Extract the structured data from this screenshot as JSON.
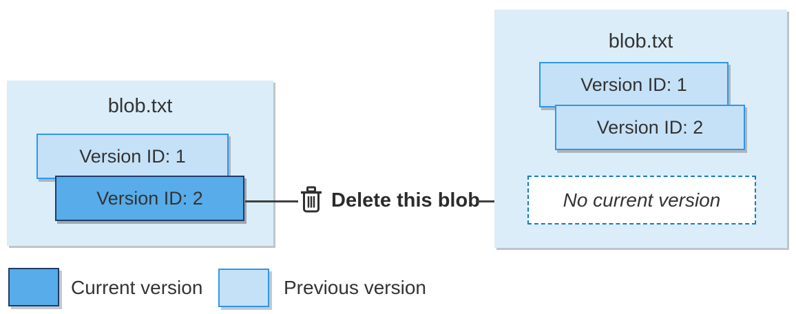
{
  "left_blob": {
    "title": "blob.txt",
    "versions": [
      {
        "label": "Version ID: 1",
        "state": "previous"
      },
      {
        "label": "Version ID: 2",
        "state": "current"
      }
    ]
  },
  "action": {
    "label": "Delete this blob",
    "icon": "trash-icon"
  },
  "right_blob": {
    "title": "blob.txt",
    "versions": [
      {
        "label": "Version ID: 1",
        "state": "previous"
      },
      {
        "label": "Version ID: 2",
        "state": "previous"
      }
    ],
    "no_current_label": "No current version"
  },
  "legend": {
    "items": [
      {
        "label": "Current version",
        "color": "#57ACE9"
      },
      {
        "label": "Previous version",
        "color": "#C5E1F7"
      }
    ]
  },
  "colors": {
    "container_bg": "#DAEDF8",
    "current_fill": "#57ACE9",
    "current_border": "#1F3C68",
    "previous_fill": "#C5E1F7",
    "previous_border": "#2E96EC",
    "dashed_border": "#0E7AD3",
    "text": "#333333",
    "arrow": "#3F3F3F"
  }
}
